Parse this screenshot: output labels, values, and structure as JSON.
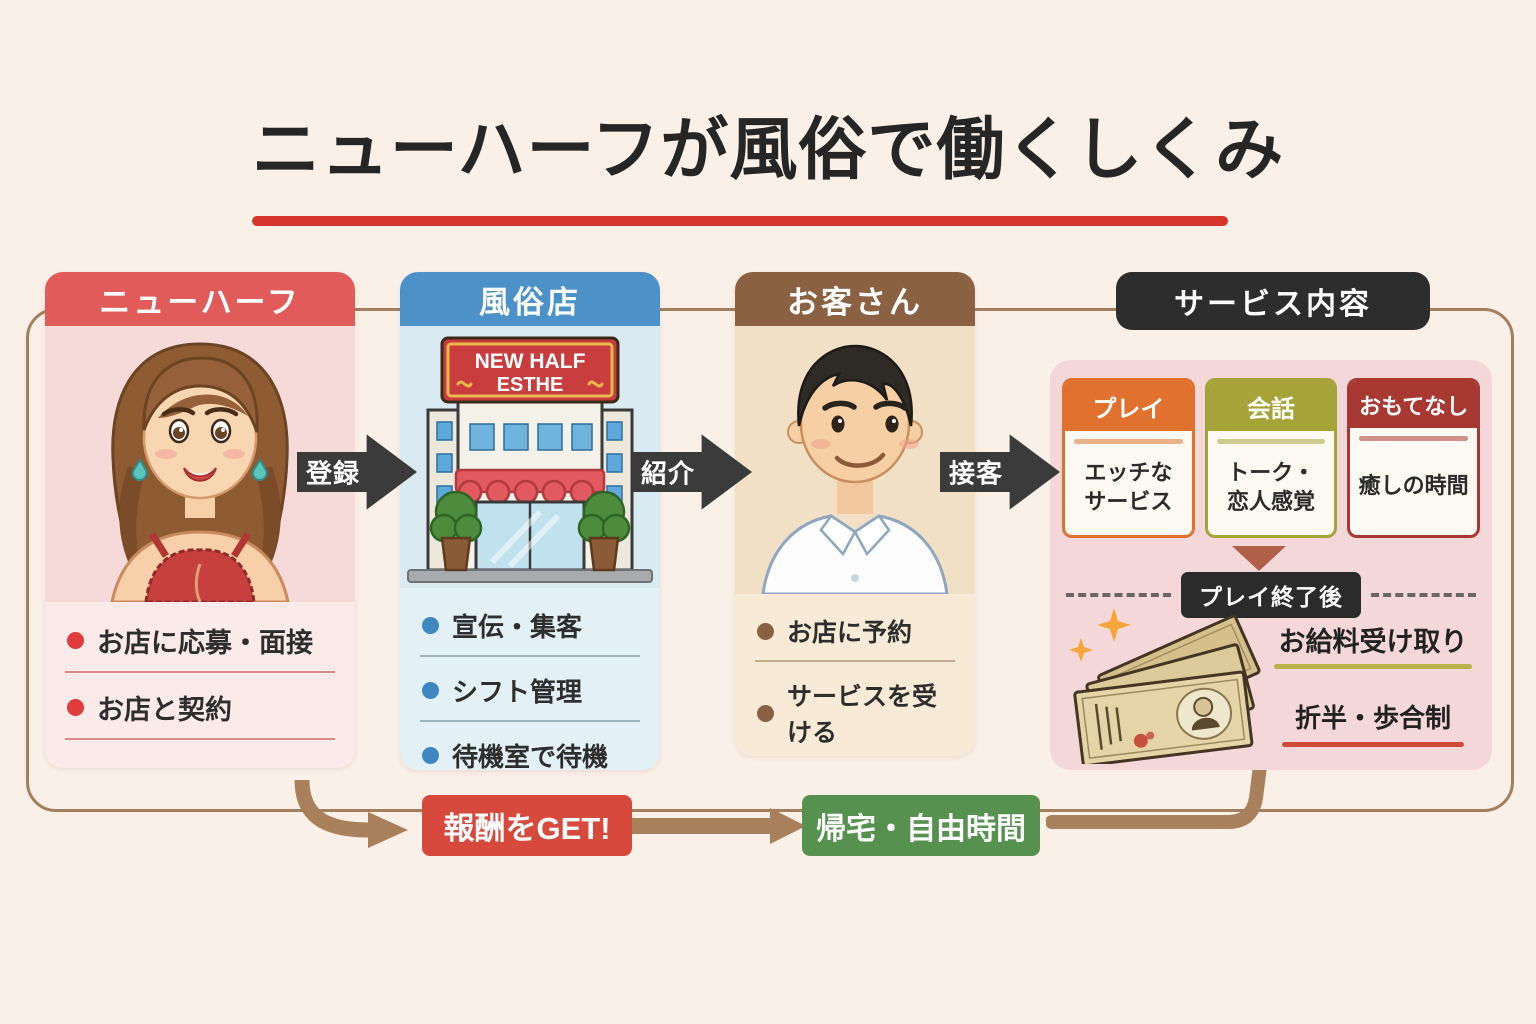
{
  "title": {
    "text": "ニューハーフが風俗で働くしくみ"
  },
  "arrows": {
    "register": "登録",
    "introduce": "紹介",
    "serve": "接客"
  },
  "columns": {
    "newhalf": {
      "header": "ニューハーフ",
      "items": [
        "お店に応募・面接",
        "お店と契約"
      ]
    },
    "shop": {
      "header": "風俗店",
      "sign": {
        "line1": "NEW HALF",
        "line2": "ESTHE"
      },
      "items": [
        "宣伝・集客",
        "シフト管理",
        "待機室で待機"
      ]
    },
    "customer": {
      "header": "お客さん",
      "items": [
        "お店に予約",
        "サービスを受ける"
      ]
    },
    "service": {
      "header": "サービス内容",
      "cards": [
        {
          "label": "プレイ",
          "desc": "エッチな\nサービス",
          "color": "#E0712E"
        },
        {
          "label": "会話",
          "desc": "トーク・\n恋人感覚",
          "color": "#A6A438"
        },
        {
          "label": "おもてなし",
          "desc": "癒しの時間",
          "color": "#A83832"
        }
      ],
      "after_badge": "プレイ終了後",
      "salary": {
        "receive": "お給料受け取り",
        "split": "折半・歩合制"
      }
    }
  },
  "bottom": {
    "reward": "報酬をGET!",
    "home": "帰宅・自由時間"
  },
  "colors": {
    "page_bg": "#FAF0E7",
    "title_underline": "#D7352B",
    "newhalf_header": "#E25B5B",
    "shop_header": "#4C92C8",
    "customer_header": "#8A6142",
    "service_header": "#2D2D2D",
    "flow_arrow": "#3B3B3B",
    "reward_box": "#D8493D",
    "home_box": "#579150",
    "frame_border": "#A2805F"
  }
}
